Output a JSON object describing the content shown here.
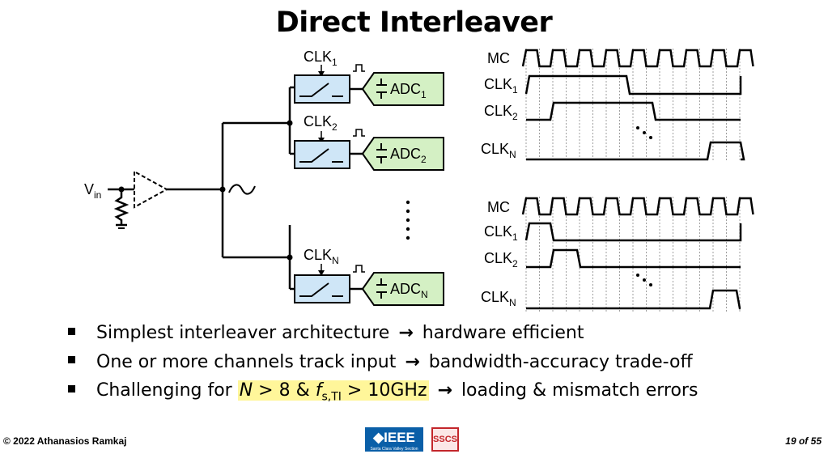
{
  "title": "Direct Interleaver",
  "circuit": {
    "vin_main": "V",
    "vin_sub": "in",
    "channels": [
      {
        "clk_main": "CLK",
        "clk_sub": "1",
        "adc_main": "ADC",
        "adc_sub": "1"
      },
      {
        "clk_main": "CLK",
        "clk_sub": "2",
        "adc_main": "ADC",
        "adc_sub": "2"
      },
      {
        "clk_main": "CLK",
        "clk_sub": "N",
        "adc_main": "ADC",
        "adc_sub": "N"
      }
    ],
    "colors": {
      "switch_box": "#cfe6f7",
      "adc_box": "#d4f0c4"
    }
  },
  "timing": {
    "top": {
      "mc": "MC",
      "rows": [
        {
          "main": "CLK",
          "sub": "1"
        },
        {
          "main": "CLK",
          "sub": "2"
        },
        {
          "main": "CLK",
          "sub": "N"
        }
      ]
    },
    "bottom": {
      "mc": "MC",
      "rows": [
        {
          "main": "CLK",
          "sub": "1"
        },
        {
          "main": "CLK",
          "sub": "2"
        },
        {
          "main": "CLK",
          "sub": "N"
        }
      ]
    }
  },
  "bullets": {
    "b1_pre": "Simplest interleaver architecture",
    "b1_post": "hardware efficient",
    "b2_pre": "One or more channels track input",
    "b2_post": "bandwidth-accuracy trade-off",
    "b3_pre": "Challenging for ",
    "b3_n": "N",
    "b3_mid": " > 8 & ",
    "b3_f": "f",
    "b3_fsub": "s,TI",
    "b3_val": " > 10GHz",
    "b3_post": "loading & mismatch errors",
    "arrow": "→",
    "highlight_color": "#fff69a"
  },
  "footer": {
    "left": "© 2022 Athanasios Ramkaj",
    "right": "19 of 55",
    "logo_ieee": "◆IEEE",
    "logo_ieee_sub": "Santa Clara Valley Section",
    "logo_sscs": "SSCS"
  }
}
